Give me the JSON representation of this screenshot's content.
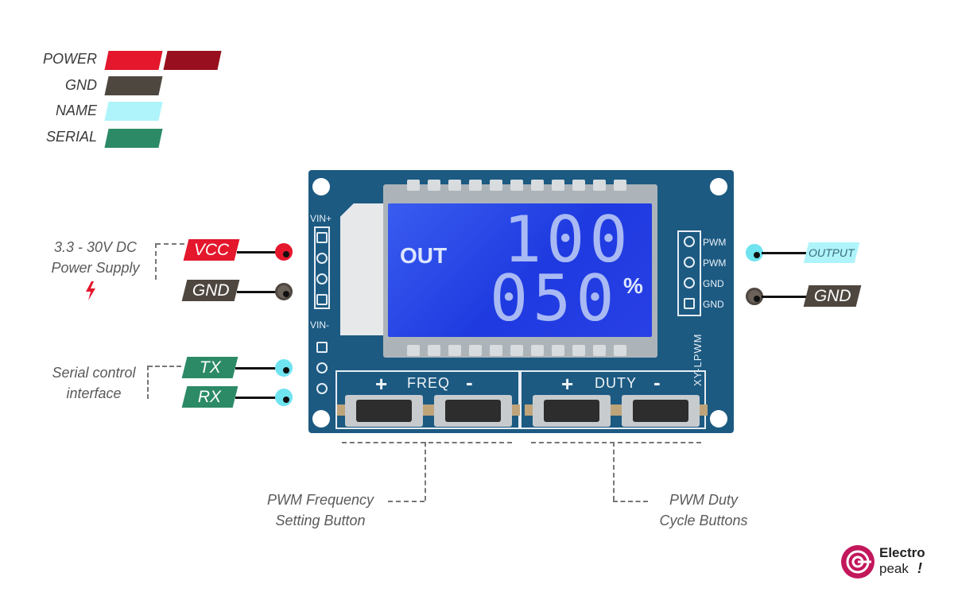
{
  "legend": [
    {
      "label": "POWER",
      "color": "#e4172c",
      "color2": "#98101f"
    },
    {
      "label": "GND",
      "color": "#4e4740"
    },
    {
      "label": "NAME",
      "color": "#aef4fa"
    },
    {
      "label": "SERIAL",
      "color": "#2c8a67"
    }
  ],
  "left_pins": {
    "vcc": "VCC",
    "gnd": "GND",
    "tx": "TX",
    "rx": "RX"
  },
  "right_pins": {
    "output": "OUTPUT",
    "gnd": "GND"
  },
  "notes": {
    "power_supply_line1": "3.3 - 30V DC",
    "power_supply_line2": "Power Supply",
    "serial_line1": "Serial control",
    "serial_line2": "interface",
    "freq_line1": "PWM Frequency",
    "freq_line2": "Setting Button",
    "duty_line1": "PWM Duty",
    "duty_line2": "Cycle Buttons"
  },
  "board": {
    "vin_plus": "VIN+",
    "vin_minus": "VIN-",
    "pin_labels": [
      "PWM",
      "PWM",
      "GND",
      "GND"
    ],
    "model": "XY-LPWM",
    "freq_label": "FREQ",
    "duty_label": "DUTY",
    "plus": "+",
    "minus": "-"
  },
  "lcd": {
    "out_label": "OUT",
    "frequency_value": "100",
    "duty_value": "050",
    "percent": "%"
  },
  "logo": {
    "line1": "Electro",
    "line2": "peak",
    "bang": "!"
  },
  "colors": {
    "power": "#e4172c",
    "gnd": "#4e4740",
    "name": "#aef4fa",
    "serial": "#2c8a67",
    "pcb": "#1c5a82",
    "lcd": "#2440e6",
    "brand": "#c2185b"
  }
}
